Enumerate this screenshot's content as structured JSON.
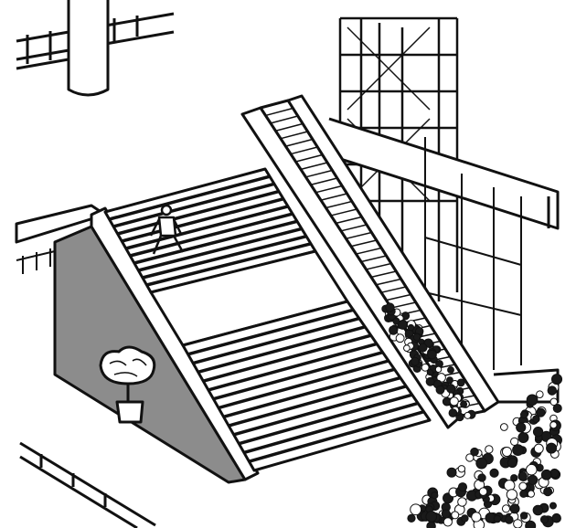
{
  "illustration": {
    "colors": {
      "ink": "#111111",
      "wall": "#8c8c8c",
      "paper": "#ffffff",
      "crowd": "#1a1a1a"
    },
    "stair_steps_upper": 11,
    "stair_steps_lower": 14,
    "escalator_steps": 40
  }
}
